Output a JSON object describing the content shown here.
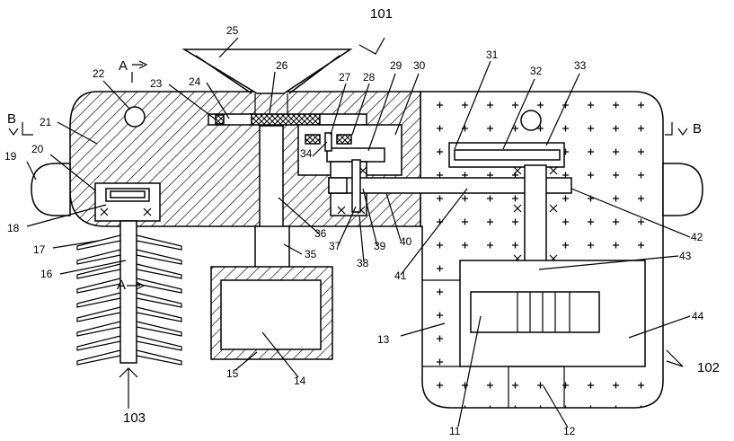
{
  "labels": {
    "n11": "11",
    "n12": "12",
    "n13": "13",
    "n14": "14",
    "n15": "15",
    "n16": "16",
    "n17": "17",
    "n18": "18",
    "n19": "19",
    "n20": "20",
    "n21": "21",
    "n22": "22",
    "n23": "23",
    "n24": "24",
    "n25": "25",
    "n26": "26",
    "n27": "27",
    "n28": "28",
    "n29": "29",
    "n30": "30",
    "n31": "31",
    "n32": "32",
    "n33": "33",
    "n34": "34",
    "n35": "35",
    "n36": "36",
    "n37": "37",
    "n38": "38",
    "n39": "39",
    "n40": "40",
    "n41": "41",
    "n42": "42",
    "n43": "43",
    "n44": "44",
    "n101": "101",
    "n102": "102",
    "n103": "103"
  },
  "section_marks": {
    "a_top": "A",
    "a_bottom": "A",
    "b_left": "B",
    "b_right": "B"
  }
}
